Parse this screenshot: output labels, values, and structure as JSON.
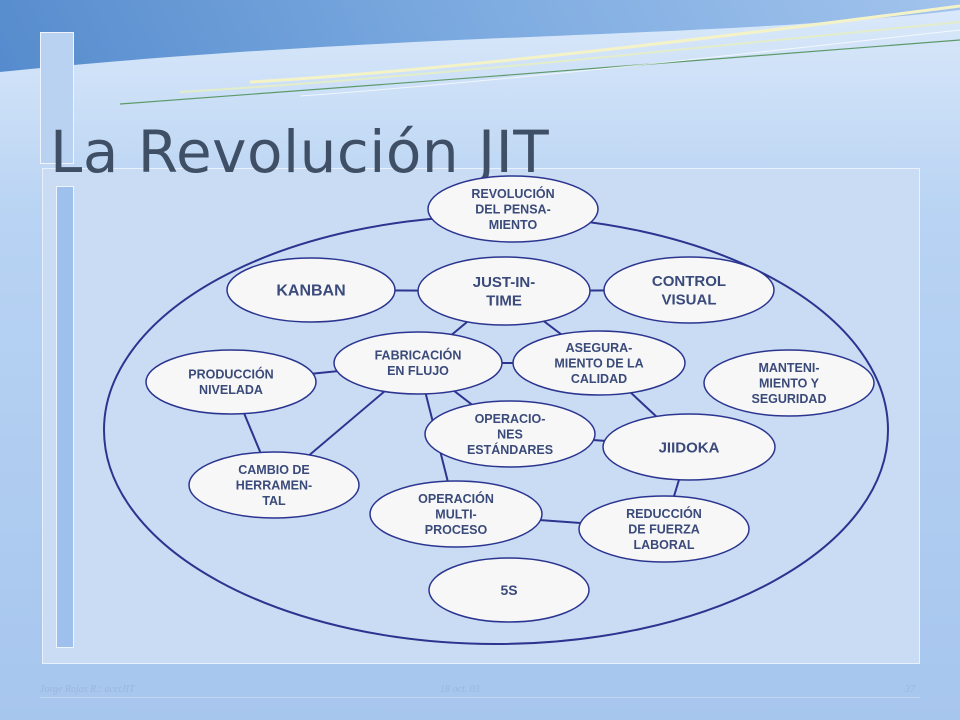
{
  "slide": {
    "title": "La Revolución JIT"
  },
  "colors": {
    "node_fill": "#f7f7f7",
    "node_stroke": "#2b3590",
    "edge_stroke": "#2b3590",
    "text": "#3a4a7a"
  },
  "diagram": {
    "nodes": [
      {
        "id": "revolucion",
        "lines": [
          "REVOLUCIÓN",
          "DEL PENSA-",
          "MIENTO"
        ]
      },
      {
        "id": "kanban",
        "lines": [
          "KANBAN"
        ]
      },
      {
        "id": "jit",
        "lines": [
          "JUST-IN-",
          "TIME"
        ]
      },
      {
        "id": "control",
        "lines": [
          "CONTROL",
          "VISUAL"
        ]
      },
      {
        "id": "produccion",
        "lines": [
          "PRODUCCIÓN",
          "NIVELADA"
        ]
      },
      {
        "id": "fabricacion",
        "lines": [
          "FABRICACIÓN",
          "EN FLUJO"
        ]
      },
      {
        "id": "asegura",
        "lines": [
          "ASEGURA-",
          "MIENTO DE LA",
          "CALIDAD"
        ]
      },
      {
        "id": "manteni",
        "lines": [
          "MANTENI-",
          "MIENTO Y",
          "SEGURIDAD"
        ]
      },
      {
        "id": "operaciones",
        "lines": [
          "OPERACIO-",
          "NES",
          "ESTÁNDARES"
        ]
      },
      {
        "id": "jiidoka",
        "lines": [
          "JIIDOKA"
        ]
      },
      {
        "id": "cambio",
        "lines": [
          "CAMBIO DE",
          "HERRAMEN-",
          "TAL"
        ]
      },
      {
        "id": "multiproceso",
        "lines": [
          "OPERACIÓN",
          "MULTI-",
          "PROCESO"
        ]
      },
      {
        "id": "reduccion",
        "lines": [
          "REDUCCIÓN",
          "DE FUERZA",
          "LABORAL"
        ]
      },
      {
        "id": "cinco_s",
        "lines": [
          "5S"
        ]
      }
    ],
    "edges": [
      [
        "kanban",
        "jit"
      ],
      [
        "jit",
        "control"
      ],
      [
        "jit",
        "fabricacion"
      ],
      [
        "jit",
        "asegura"
      ],
      [
        "fabricacion",
        "produccion"
      ],
      [
        "fabricacion",
        "asegura"
      ],
      [
        "fabricacion",
        "cambio"
      ],
      [
        "fabricacion",
        "multiproceso"
      ],
      [
        "fabricacion",
        "operaciones"
      ],
      [
        "produccion",
        "cambio"
      ],
      [
        "asegura",
        "jiidoka"
      ],
      [
        "operaciones",
        "jiidoka"
      ],
      [
        "jiidoka",
        "reduccion"
      ],
      [
        "multiproceso",
        "reduccion"
      ]
    ]
  },
  "footer": {
    "author": "Jorge Rojas R.: acetJIT",
    "date": "18 oct. 03",
    "page": "37"
  }
}
